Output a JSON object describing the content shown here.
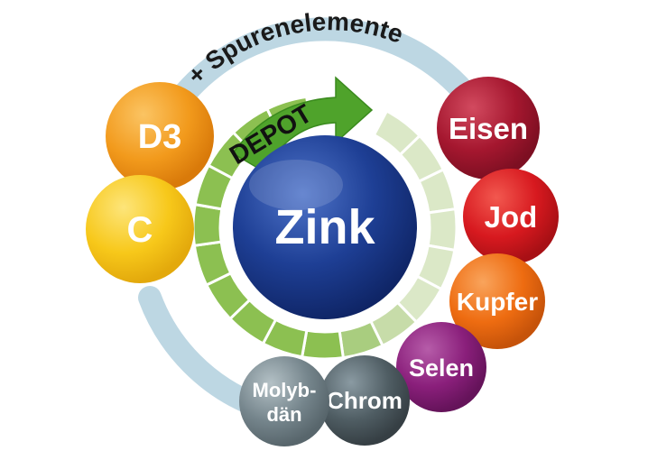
{
  "outer_ring_label": "+ Spurenelemente",
  "depot_label": "DEPOT",
  "center": {
    "label": "Zink",
    "color": "#1e3f95"
  },
  "vitamins": [
    {
      "label": "D3",
      "color": "#f29a1c"
    },
    {
      "label": "C",
      "color": "#f7c81a"
    }
  ],
  "trace_elements": [
    {
      "label": "Eisen",
      "color": "#a5172f"
    },
    {
      "label": "Jod",
      "color": "#d7191f"
    },
    {
      "label": "Kupfer",
      "color": "#ee6c11"
    },
    {
      "label": "Selen",
      "color": "#8a1f7b"
    },
    {
      "label": "Chrom",
      "color": "#4f5d63"
    },
    {
      "label_line1": "Molyb-",
      "label_line2": "dän",
      "color": "#75858c"
    }
  ],
  "colors": {
    "outer_ring": "#bdd7e3",
    "depot_ring": "#8cc051",
    "depot_ring_light": "#dbe8c7",
    "depot_arrow": "#4fa32b"
  }
}
